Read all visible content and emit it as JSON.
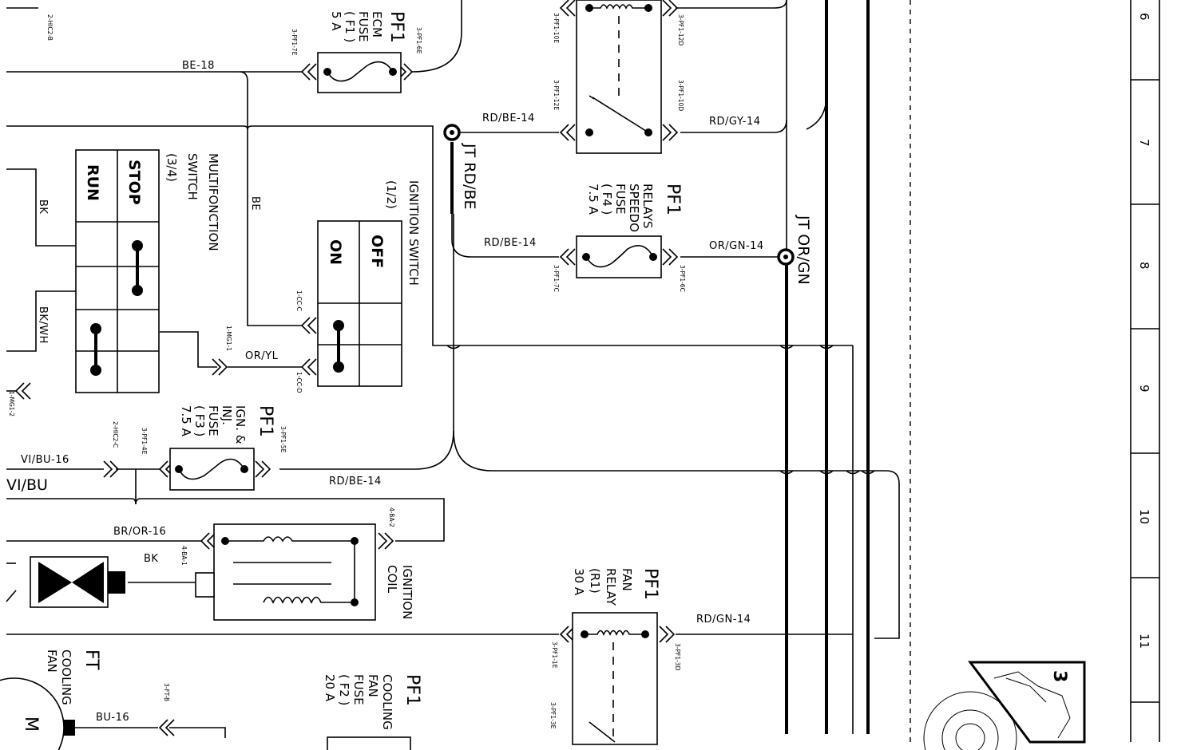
{
  "wires": {
    "be18": "BE-18",
    "be": "BE",
    "bk": "BK",
    "bk_wh": "BK/WH",
    "rd_be_14_a": "RD/BE-14",
    "rd_gy_14": "RD/GY-14",
    "rd_be_14_b": "RD/BE-14",
    "or_gn_14": "OR/GN-14",
    "or_yl": "OR/YL",
    "vi_bu_16": "VI/BU-16",
    "vi_bu": "VI/BU",
    "rd_be_14_c": "RD/BE-14",
    "br_or_16": "BR/OR-16",
    "bk_coil": "BK",
    "rd_gn_14": "RD/GN-14",
    "bu_16": "BU-16"
  },
  "pins": {
    "hic2b": "2-HIC2-B",
    "pf1_7e": "3-PF1-7E",
    "pf1_6e": "3-PF1-6E",
    "pf1_10e": "3-PF1-10E",
    "pf1_12e": "3-PF1-12E",
    "pf1_12d": "3-PF1-12D",
    "pf1_10d": "3-PF1-10D",
    "pf1_7c": "3-PF1-7C",
    "pf1_6c": "3-PF1-6C",
    "cc_c": "1-CC-C",
    "cc_d": "1-CC-D",
    "mg1_1": "1-MG1-1",
    "mg1_2": "1-MG1-2",
    "hic2c": "2-HIC2-C",
    "pf1_4e": "3-PF1-4E",
    "pf1_5e": "3-PF1-5E",
    "ba2": "4-BA-2",
    "ba1": "4-BA-1",
    "pf1_1e": "3-PF1-1E",
    "pf1_3e": "3-PF1-3E",
    "pf1_3d": "3-PF1-3D",
    "ft_b": "3-FT-B"
  },
  "components": {
    "ecm_fuse": {
      "id": "PF1",
      "lines": [
        "ECM",
        "FUSE",
        "( F1 )",
        "5 A"
      ]
    },
    "speedo_fuse": {
      "id": "PF1",
      "lines": [
        "RELAYS",
        "SPEEDO",
        "FUSE",
        "( F4 )",
        "7.5 A"
      ]
    },
    "ign_fuse": {
      "id": "PF1",
      "lines": [
        "IGN. &",
        "INJ.",
        "FUSE",
        "( F3 )",
        "7.5 A"
      ]
    },
    "fan_relay": {
      "id": "PF1",
      "lines": [
        "FAN",
        "RELAY",
        "(R1)",
        "30 A"
      ]
    },
    "fan_fuse": {
      "id": "PF1",
      "lines": [
        "COOLING",
        "FAN",
        "FUSE",
        "( F2 )",
        "20 A"
      ]
    },
    "cooling_fan": {
      "id": "FT",
      "lines": [
        "COOLING",
        "FAN"
      ],
      "motor": "M"
    },
    "ignition_coil": {
      "lines": [
        "IGNITION",
        "COIL"
      ]
    },
    "ignition_switch": {
      "title": "IGNITION SWITCH",
      "sub": "(1/2)",
      "pos_off": "OFF",
      "pos_on": "ON"
    },
    "multifunction_switch": {
      "lines": [
        "MULTIFONCTION",
        "SWITCH",
        "(3/4)"
      ],
      "pos_stop": "STOP",
      "pos_run": "RUN"
    }
  },
  "junctions": {
    "jt_rd_be": "JT RD/BE",
    "jt_or_gn": "JT OR/GN"
  },
  "grid_refs": [
    "6",
    "7",
    "8",
    "9",
    "10",
    "11"
  ],
  "page_marker": "3"
}
